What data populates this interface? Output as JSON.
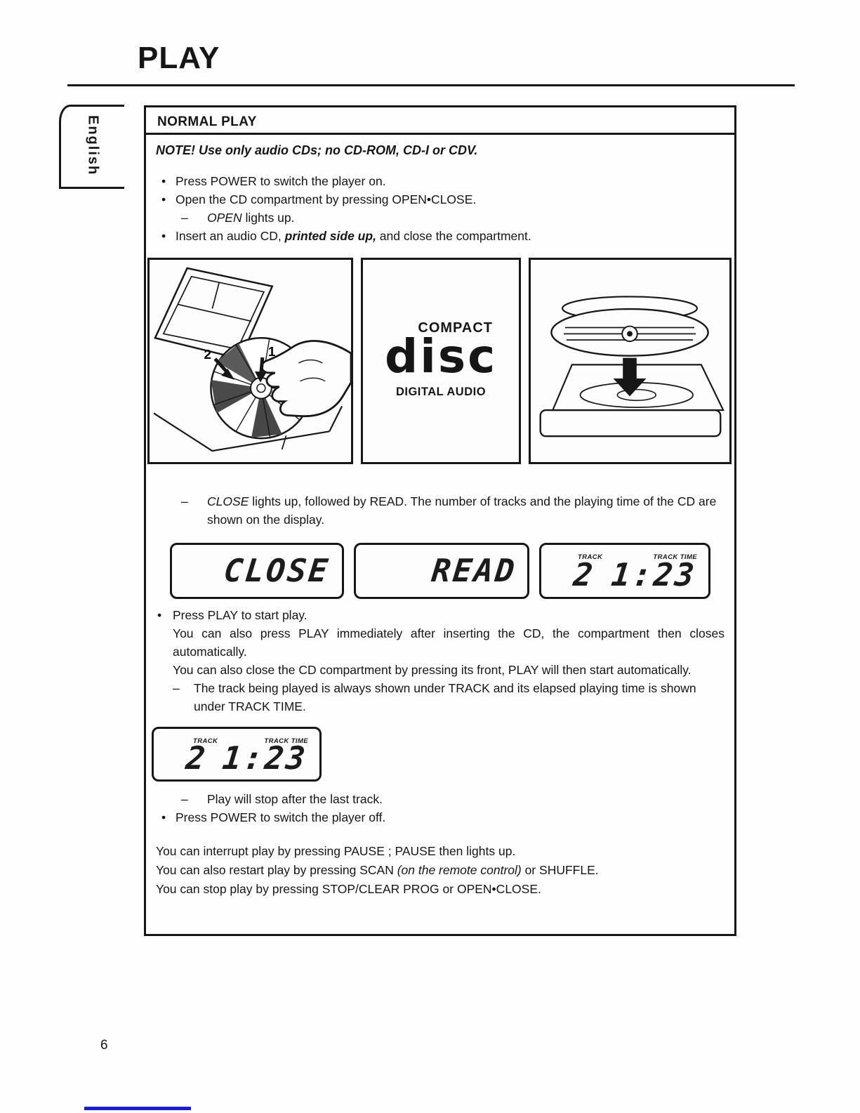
{
  "glyphs": {
    "bullet": "•",
    "dash": "–"
  },
  "page": {
    "title": "PLAY",
    "language_tab": "English",
    "page_number": "6"
  },
  "normal_play": {
    "heading": "NORMAL PLAY",
    "note": "NOTE! Use only audio CDs; no CD-ROM, CD-I or CDV.",
    "bullet_power_on": "Press POWER to switch the player on.",
    "bullet_open": "Open the CD compartment by pressing OPEN•CLOSE.",
    "sub_open_italic": "OPEN",
    "sub_open_rest": " lights up.",
    "bullet_insert_pre": "Insert an audio CD, ",
    "bullet_insert_bold": "printed side up,",
    "bullet_insert_post": " and close the compartment.",
    "close_italic": "CLOSE",
    "close_rest": " lights up, followed by READ. The number of tracks and the playing time of the CD are shown on the display.",
    "press_play": "Press PLAY to start play.",
    "press_play_auto": "You can also press PLAY immediately after inserting the CD, the compartment then closes automatically.",
    "press_play_front": "You can also close the CD compartment by pressing its front, PLAY will then start automatically.",
    "track_note": "The track being played is always shown under TRACK and its elapsed playing time is shown under TRACK TIME.",
    "play_stop": "Play will stop after the last track.",
    "power_off": "Press POWER to switch the player off.",
    "pause_line": "You can interrupt play by pressing PAUSE ; PAUSE then lights up.",
    "scan_pre": "You can also restart play by pressing SCAN ",
    "scan_italic": "(on the remote control)",
    "scan_post": " or SHUFFLE.",
    "stop_line": "You can stop play by pressing STOP/CLEAR PROG or OPEN•CLOSE."
  },
  "figures": {
    "insert_step_1": "1",
    "insert_step_2": "2",
    "cd_logo_top": "COMPACT",
    "cd_logo_main": "disc",
    "cd_logo_bottom": "DIGITAL AUDIO"
  },
  "displays": {
    "close_text": "CLOSE",
    "read_text": "READ",
    "track_label": "TRACK",
    "track_time_label": "TRACK TIME",
    "track_value": "2",
    "time_value": "1:23"
  }
}
